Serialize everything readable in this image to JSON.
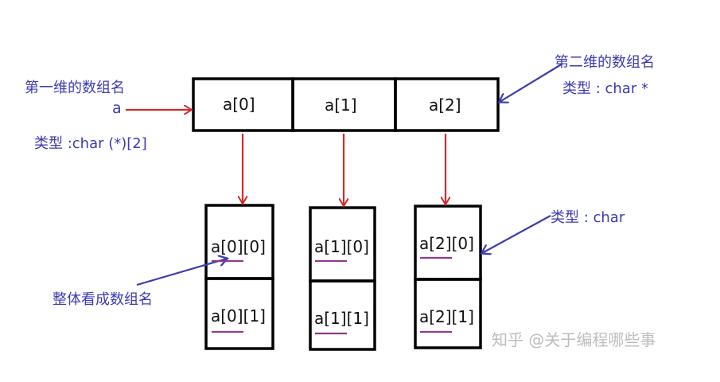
{
  "top_row": [
    "a[0]",
    "a[1]",
    "a[2]"
  ],
  "columns": [
    [
      "a[0][0]",
      "a[0][1]"
    ],
    [
      "a[1][0]",
      "a[1][1]"
    ],
    [
      "a[2][0]",
      "a[2][1]"
    ]
  ],
  "labels": {
    "dim1_name": "第一维的数组名",
    "dim1_var": "a",
    "dim1_type": "类型 :char (*)[2]",
    "dim2_name": "第二维的数组名",
    "dim2_type": "类型 : char *",
    "elem_type": "类型 : char",
    "whole": "整体看成数组名"
  },
  "watermark": "知乎 @关于编程哪些事",
  "colors": {
    "box": "#000000",
    "down_arrow": "#d42a2a",
    "annotation": "#3b3bb0",
    "underline": "#8e3a8e"
  }
}
